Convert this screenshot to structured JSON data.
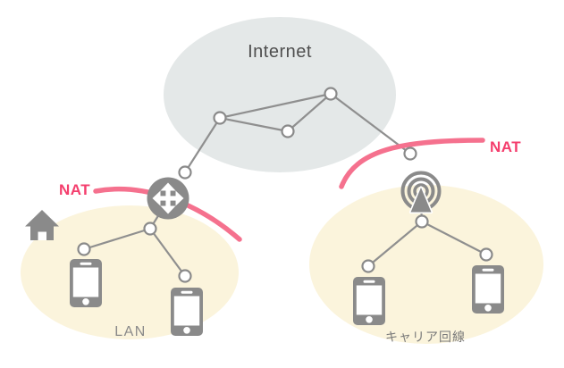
{
  "diagram": {
    "internet_cloud": {
      "label": "Internet",
      "fill": "#e4e8e8",
      "label_color": "#4f4f4f"
    },
    "lan_network": {
      "label": "LAN",
      "fill": "#fbf4dc",
      "label_color": "#8a8a8a",
      "nat_label": "NAT"
    },
    "carrier_network": {
      "label": "キャリア回線",
      "fill": "#fbf4dc",
      "label_color": "#7a7a7a",
      "nat_label": "NAT"
    },
    "colors": {
      "background": "#ffffff",
      "nat_text": "#f43e6d",
      "nat_arc": "#f5718e",
      "node_fill": "#ffffff",
      "node_stroke": "#8a8a8a",
      "link_gray": "#8f8f8f",
      "icon_gray": "#8a8a8a"
    },
    "icons": {
      "router": "router-icon",
      "antenna": "carrier-antenna-icon",
      "house": "house-icon",
      "smartphone": "smartphone-icon",
      "node": "network-node"
    }
  }
}
